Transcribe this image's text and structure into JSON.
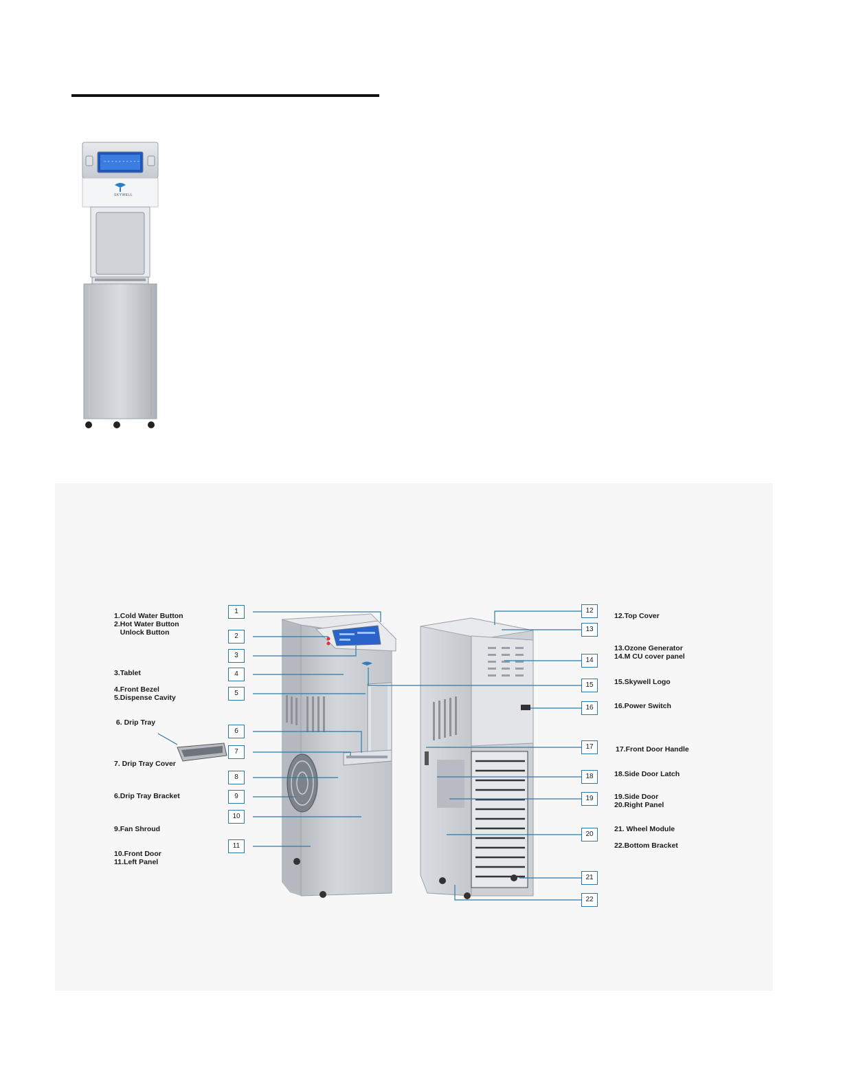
{
  "product": {
    "brand": "SKYWELL",
    "screen_text": "----------"
  },
  "diagram": {
    "numbers": [
      "1",
      "2",
      "3",
      "4",
      "5",
      "6",
      "7",
      "8",
      "9",
      "10",
      "11",
      "12",
      "13",
      "14",
      "15",
      "16",
      "17",
      "18",
      "19",
      "20",
      "21",
      "22"
    ],
    "labels": {
      "l1": "1.Cold Water Button",
      "l2": "2.Hot Water Button",
      "l2b": "   Unlock Button",
      "l3": "3.Tablet",
      "l4": "4.Front Bezel",
      "l5": "5.Dispense Cavity",
      "l6": " 6. Drip Tray",
      "l7": "7. Drip Tray Cover",
      "l8": "6.Drip Tray Bracket",
      "l9": "9.Fan Shroud",
      "l10": "10.Front Door",
      "l11": "11.Left Panel",
      "l12": "12.Top Cover",
      "l13": "13.Ozone Generator",
      "l14": "14.M CU cover panel",
      "l15": "15.Skywell Logo",
      "l16": "16.Power Switch",
      "l17": "17.Front Door Handle",
      "l18": "18.Side Door Latch",
      "l19": "19.Side Door",
      "l20": "20.Right Panel",
      "l21": "21. Wheel Module",
      "l22": "22.Bottom Bracket"
    },
    "colors": {
      "callout": "#2b7aa6",
      "panel": "#c9ccd1",
      "screen": "#2f6fd6"
    }
  }
}
